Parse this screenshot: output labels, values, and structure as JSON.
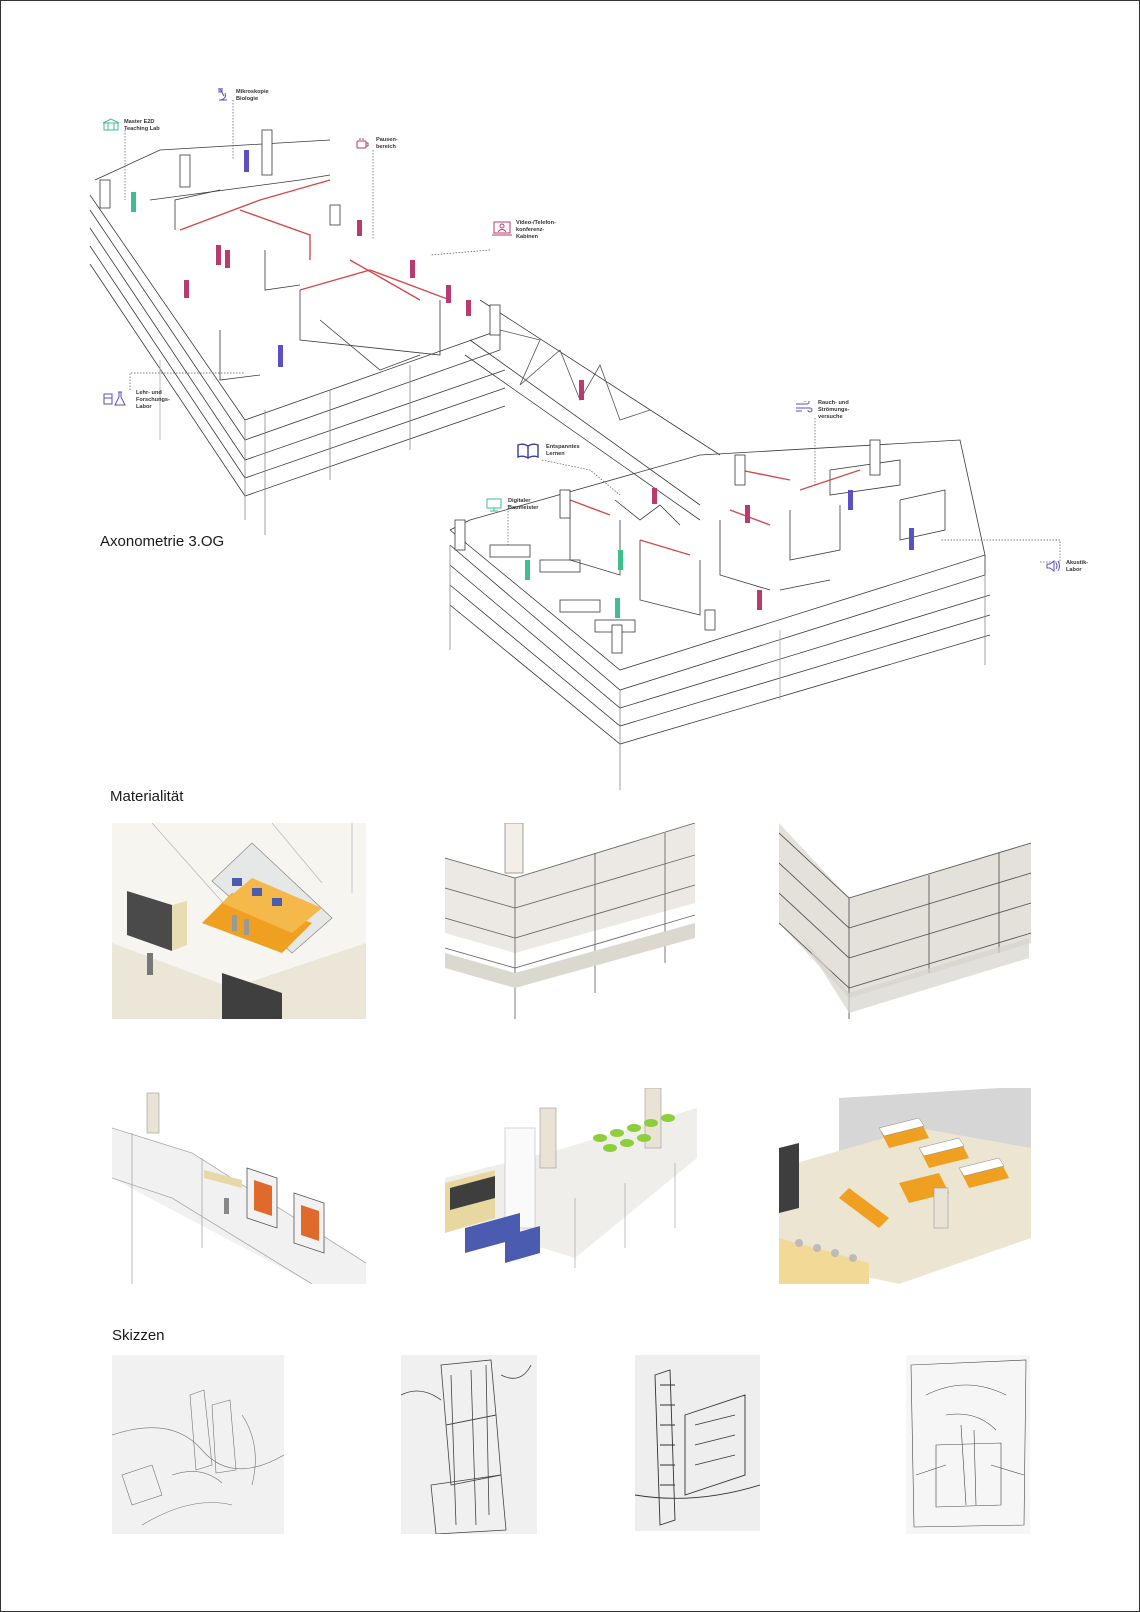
{
  "headings": {
    "axonometrie": "Axonometrie 3.OG",
    "materialitaet": "Materialität",
    "skizzen": "Skizzen"
  },
  "labels": [
    {
      "id": "teaching-lab",
      "lines": [
        "Master E2D",
        "Teaching Lab"
      ],
      "color": "#3fbf8f",
      "icon": "building-icon"
    },
    {
      "id": "mikroskopie",
      "lines": [
        "Mikroskopie",
        "Biologie"
      ],
      "color": "#5a4fc4",
      "icon": "microscope-icon"
    },
    {
      "id": "pausenbereich",
      "lines": [
        "Pausen-",
        "bereich"
      ],
      "color": "#b83a6e",
      "icon": "coffee-icon"
    },
    {
      "id": "video-kabinen",
      "lines": [
        "Video-/Telefon-",
        "konferenz-",
        "Kabinen"
      ],
      "color": "#b83a6e",
      "icon": "video-call-icon"
    },
    {
      "id": "forschungslabor",
      "lines": [
        "Lehr- und",
        "Forschungs-",
        "Labor"
      ],
      "color": "#5a4fc4",
      "icon": "lab-flask-icon"
    },
    {
      "id": "stroemung",
      "lines": [
        "Rauch- und",
        "Strömungs-",
        "versuche"
      ],
      "color": "#5a4fc4",
      "icon": "airflow-icon"
    },
    {
      "id": "entspanntes-lernen",
      "lines": [
        "Entspanntes",
        "Lernen"
      ],
      "color": "#3a3aa0",
      "icon": "book-icon"
    },
    {
      "id": "digitaler-baumeister",
      "lines": [
        "Digitaler",
        "Baumeister"
      ],
      "color": "#3fbf8f",
      "icon": "monitor-icon"
    },
    {
      "id": "akustik-labor",
      "lines": [
        "Akustik-",
        "Labor"
      ],
      "color": "#5a4fc4",
      "icon": "speaker-icon"
    }
  ],
  "colors": {
    "green": "#3fbf8f",
    "purple": "#5a4fc4",
    "magenta": "#b83a6e",
    "orange": "#f0a020",
    "line": "#3a3a3a",
    "wall-red": "#d24a4a"
  }
}
